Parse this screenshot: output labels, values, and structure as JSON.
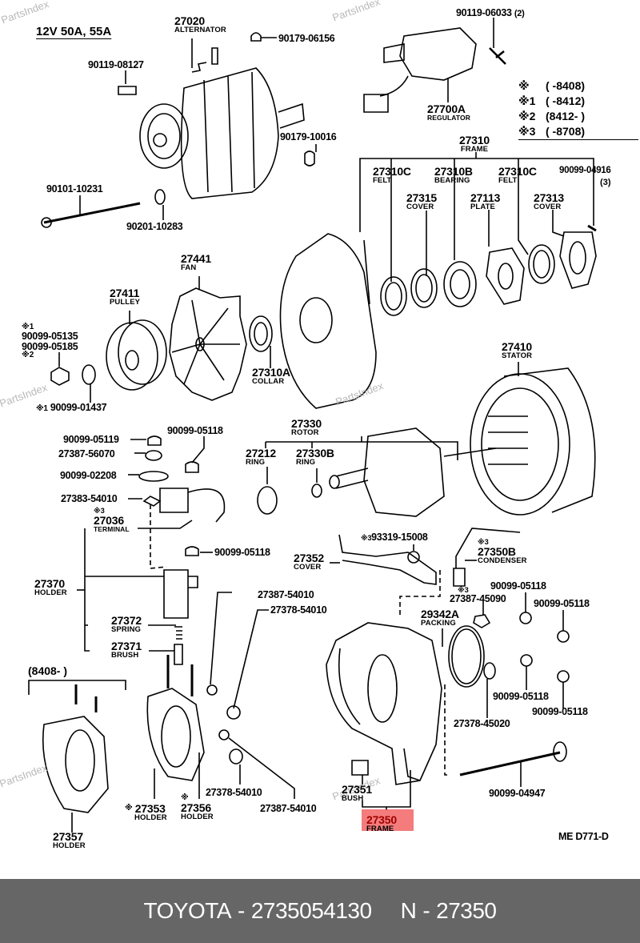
{
  "diagram": {
    "title": "12V 50A, 55A",
    "drawing_code": "ME D771-D",
    "watermark": "PartsIndex",
    "legend": [
      {
        "mark": "※",
        "range": "(        -8408)"
      },
      {
        "mark": "※1",
        "range": "(        -8412)"
      },
      {
        "mark": "※2",
        "range": "(8412-        )"
      },
      {
        "mark": "※3",
        "range": "(        -8708)"
      }
    ],
    "holder_variant_range": "(8408-        )",
    "parts": [
      {
        "id": "alternator",
        "number": "27020",
        "name": "ALTERNATOR"
      },
      {
        "id": "nut-top",
        "number": "90179-06156"
      },
      {
        "id": "bolt-upper",
        "number": "90119-08127"
      },
      {
        "id": "nut-mid",
        "number": "90179-10016"
      },
      {
        "id": "bolt-long",
        "number": "90101-10231"
      },
      {
        "id": "washer",
        "number": "90201-10283"
      },
      {
        "id": "regulator-screw",
        "number": "90119-06033",
        "qty": "(2)"
      },
      {
        "id": "regulator",
        "number": "27700A",
        "name": "REGULATOR"
      },
      {
        "id": "frame",
        "number": "27310",
        "name": "FRAME"
      },
      {
        "id": "felt-1",
        "number": "27310C",
        "name": "FELT"
      },
      {
        "id": "bearing",
        "number": "27310B",
        "name": "BEARING"
      },
      {
        "id": "felt-2",
        "number": "27310C",
        "name": "FELT"
      },
      {
        "id": "frame-screw",
        "number": "90099-04916",
        "qty": "(3)"
      },
      {
        "id": "cover-1",
        "number": "27315",
        "name": "COVER"
      },
      {
        "id": "plate",
        "number": "27113",
        "name": "PLATE"
      },
      {
        "id": "cover-2",
        "number": "27313",
        "name": "COVER"
      },
      {
        "id": "fan",
        "number": "27441",
        "name": "FAN"
      },
      {
        "id": "pulley",
        "number": "27411",
        "name": "PULLEY"
      },
      {
        "id": "collar",
        "number": "27310A",
        "name": "COLLAR"
      },
      {
        "id": "pulley-nut-1",
        "mark": "※1",
        "number": "90099-05135"
      },
      {
        "id": "pulley-nut-2",
        "mark": "※2",
        "number": "90099-05185"
      },
      {
        "id": "pulley-washer",
        "mark": "※1",
        "number": "90099-01437"
      },
      {
        "id": "stator",
        "number": "27410",
        "name": "STATOR"
      },
      {
        "id": "rotor",
        "number": "27330",
        "name": "ROTOR"
      },
      {
        "id": "ring-1",
        "number": "27212",
        "name": "RING"
      },
      {
        "id": "ring-2",
        "number": "27330B",
        "name": "RING"
      },
      {
        "id": "term-nut-1",
        "number": "90099-05119"
      },
      {
        "id": "term-bush",
        "number": "27387-56070"
      },
      {
        "id": "term-washer",
        "number": "90099-02208"
      },
      {
        "id": "term-insulator",
        "number": "27383-54010"
      },
      {
        "id": "term-nut-2",
        "number": "90099-05118"
      },
      {
        "id": "terminal",
        "mark": "※3",
        "number": "27036",
        "name": "TERMINAL"
      },
      {
        "id": "term-nut-3",
        "number": "90099-05118"
      },
      {
        "id": "brush-holder",
        "number": "27370",
        "name": "HOLDER"
      },
      {
        "id": "spring",
        "number": "27372",
        "name": "SPRING"
      },
      {
        "id": "brush",
        "number": "27371",
        "name": "BRUSH"
      },
      {
        "id": "rect-cover",
        "number": "27352",
        "name": "COVER"
      },
      {
        "id": "cover-screw",
        "mark": "※3",
        "number": "93319-15008"
      },
      {
        "id": "condenser",
        "mark": "※3",
        "number": "27350B",
        "name": "CONDENSER"
      },
      {
        "id": "insulator-1",
        "number": "27387-54010"
      },
      {
        "id": "insulator-2",
        "number": "27378-54010"
      },
      {
        "id": "insulator-3",
        "mark": "※3",
        "number": "27387-45090"
      },
      {
        "id": "packing",
        "number": "29342A",
        "name": "PACKING"
      },
      {
        "id": "nut-r1",
        "number": "90099-05118"
      },
      {
        "id": "nut-r2",
        "number": "90099-05118"
      },
      {
        "id": "nut-r3",
        "number": "90099-05118"
      },
      {
        "id": "nut-r4",
        "number": "90099-05118"
      },
      {
        "id": "insulator-4",
        "number": "27378-45020"
      },
      {
        "id": "through-bolt",
        "number": "90099-04947"
      },
      {
        "id": "bush",
        "number": "27351",
        "name": "BUSH"
      },
      {
        "id": "rear-frame",
        "number": "27350",
        "name": "FRAME",
        "highlighted": true
      },
      {
        "id": "rect-holder-1",
        "mark": "※",
        "number": "27353",
        "name": "HOLDER"
      },
      {
        "id": "rect-holder-2",
        "mark": "※",
        "number": "27356",
        "name": "HOLDER"
      },
      {
        "id": "insulator-5",
        "number": "27378-54010"
      },
      {
        "id": "insulator-6",
        "number": "27387-54010"
      },
      {
        "id": "rect-holder-3",
        "number": "27357",
        "name": "HOLDER"
      }
    ]
  },
  "footer": {
    "brand": "TOYOTA",
    "separator": "-",
    "part_number": "2735054130",
    "ref_prefix": "N",
    "ref_number": "27350"
  },
  "colors": {
    "highlight": "#f05050",
    "footer_bg": "#666666",
    "footer_text": "#ffffff",
    "watermark": "#b8b8b8"
  }
}
